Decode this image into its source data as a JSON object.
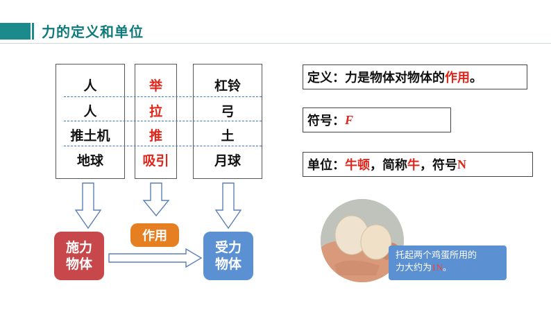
{
  "header": {
    "title": "力的定义和单位"
  },
  "table": {
    "col1": [
      "人",
      "人",
      "推土机",
      "地球"
    ],
    "col2": [
      "举",
      "拉",
      "推",
      "吸引"
    ],
    "col3": [
      "杠铃",
      "弓",
      "土",
      "月球"
    ]
  },
  "labels": {
    "left": [
      "施力",
      "物体"
    ],
    "middle": "作用",
    "right": [
      "受力",
      "物体"
    ]
  },
  "definition": {
    "prefix": "定义：力是物体对物体的",
    "highlight": "作用",
    "suffix": "。"
  },
  "symbol": {
    "prefix": "符号：",
    "value": "F"
  },
  "unit": {
    "prefix": "单位：",
    "name": "牛顿",
    "sep": "，简称",
    "short": "牛",
    "sep2": "，符号",
    "symbol": "N"
  },
  "callout": {
    "line1": "托起两个鸡蛋所用的",
    "line2_prefix": "力大约为",
    "value": "1N",
    "line2_suffix": "。"
  },
  "colors": {
    "teal": "#1b8a8c",
    "red": "#e0251b",
    "orange": "#e67e22",
    "blue": "#5b90d3",
    "redbox": "#c8474b"
  }
}
